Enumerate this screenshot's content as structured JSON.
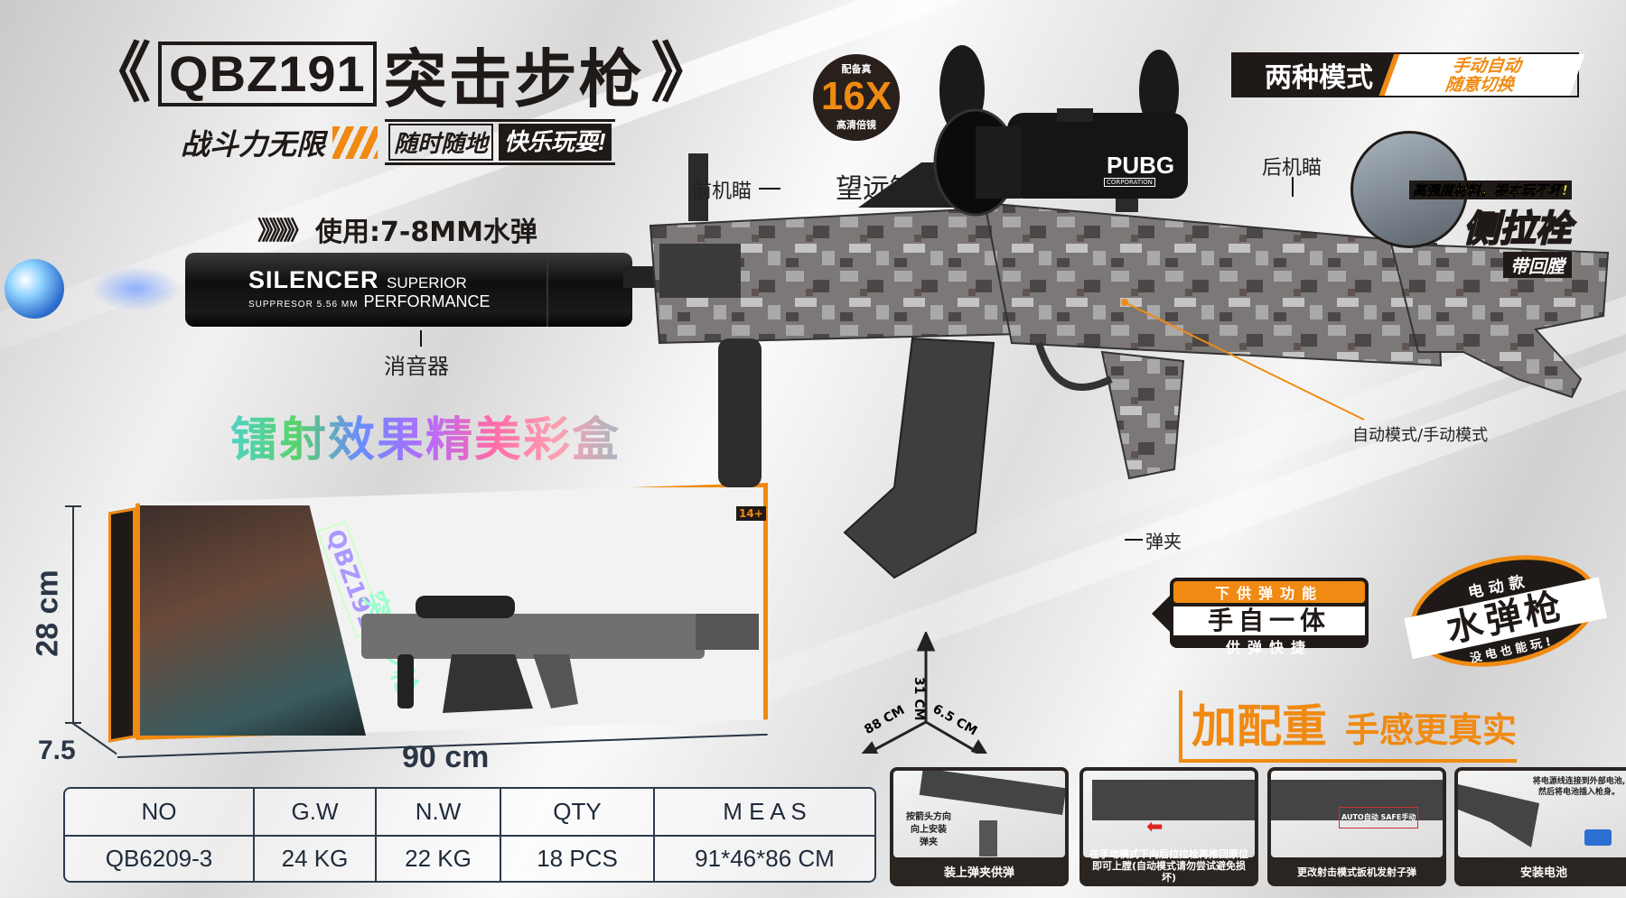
{
  "header": {
    "chevron_left": "《",
    "model": "QBZ191",
    "product_name": "突击步枪",
    "chevron_right": "》",
    "slogan_left": "战斗力无限",
    "slogan_mid": "随时随地",
    "slogan_right": "快乐玩耍!"
  },
  "ammo": {
    "arrows": "》》》》》",
    "text": "使用:7-8MM水弹"
  },
  "silencer": {
    "brand": "SILENCER",
    "line1": "SUPERIOR",
    "line2": "PERFORMANCE",
    "small": "SUPPRESOR 5.56 MM",
    "label": "消音器"
  },
  "scope": {
    "badge_top": "配备真",
    "badge_main": "16X",
    "badge_bottom": "高清倍镜",
    "label": "望远镜",
    "logo": "PUBG",
    "logo_sub": "CORPORATION"
  },
  "labels": {
    "front_sight": "前机瞄",
    "rear_sight": "后机瞄",
    "fire_mode": "自动模式/手动模式",
    "magazine": "弹夹"
  },
  "modes_banner": {
    "left": "两种模式",
    "right_line1": "手动自动",
    "right_line2": "随意切换"
  },
  "bolt_callout": {
    "small": "高强度材料，根本玩不坏!",
    "main": "侧拉栓",
    "sub": "带回膛"
  },
  "laser_box_title": "镭射效果精美彩盒",
  "box_dimensions": {
    "height": "28 cm",
    "width": "90 cm",
    "depth": "7.5"
  },
  "box_art": {
    "age": "14+",
    "model": "QBZ191",
    "name": "突击步枪"
  },
  "product_dimensions": {
    "height": "31 CM",
    "length": "88 CM",
    "width": "6.5 CM"
  },
  "feed_badge": {
    "top": "下供弹功能",
    "main": "手自一体",
    "bottom": "供弹快捷"
  },
  "water_gun_badge": {
    "top": "电动款",
    "main": "水弹枪",
    "bottom": "没电也能玩!"
  },
  "weight_slogan": {
    "main": "加配重",
    "sub": "手感更真实"
  },
  "spec_table": {
    "headers": [
      "NO",
      "G.W",
      "N.W",
      "QTY",
      "M E A S"
    ],
    "values": [
      "QB6209-3",
      "24 KG",
      "22 KG",
      "18 PCS",
      "91*46*86 CM"
    ]
  },
  "instructions": [
    {
      "caption": "装上弹夹供弹",
      "note": "按箭头方向\n向上安装\n弹夹"
    },
    {
      "caption": "在手动模式下向后拉拉栓再推回原位即可上膛(自动模式请勿尝试避免损坏)",
      "note": ""
    },
    {
      "caption": "更改射击模式扳机发射子弹",
      "note": "AUTO自动  SAFE手动"
    },
    {
      "caption": "安装电池",
      "note": "将电源线连接到外部电池,然后将电池插入枪身。"
    }
  ],
  "colors": {
    "accent": "#f08a12",
    "dark": "#1f1a17",
    "camo_light": "#a9a9a9",
    "camo_dark": "#4a4746"
  }
}
